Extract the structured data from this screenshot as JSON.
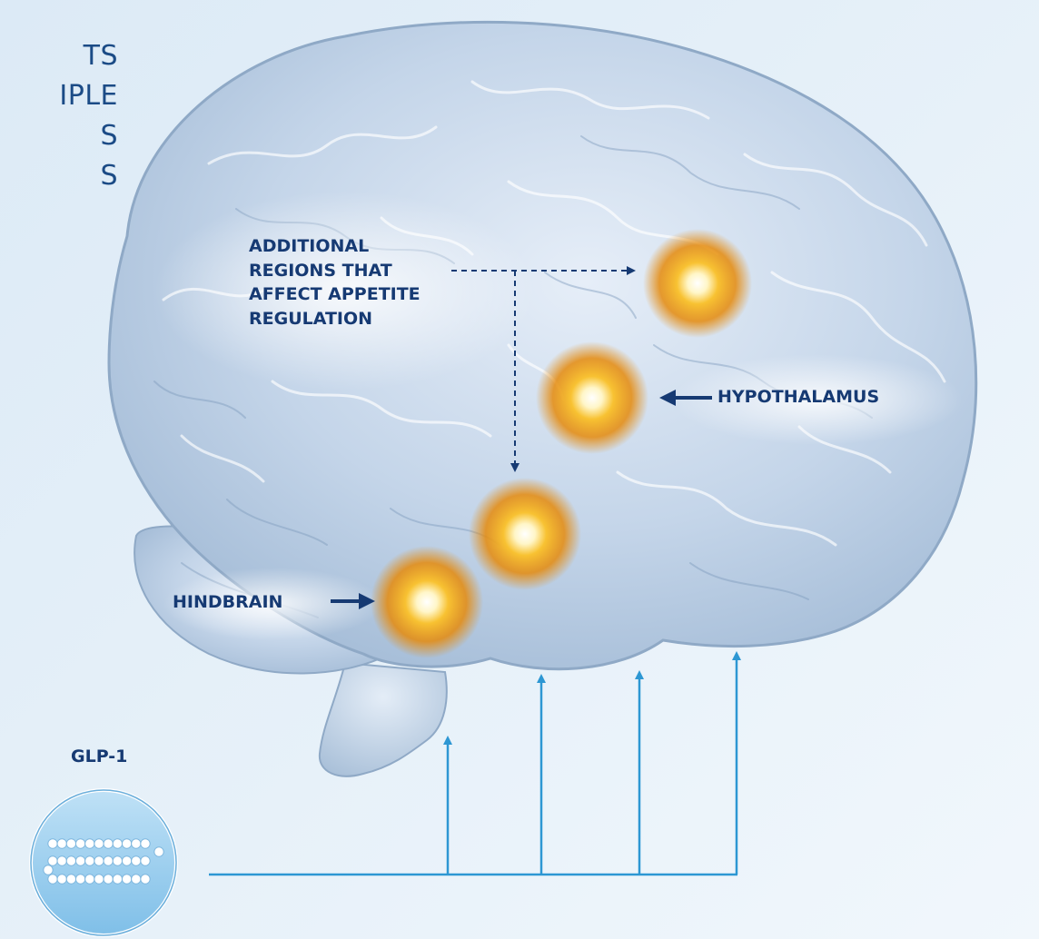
{
  "headline": {
    "lines": [
      "TS",
      "IPLE",
      "S",
      "S"
    ]
  },
  "labels": {
    "additional_lines": [
      "ADDITIONAL",
      "REGIONS THAT",
      "AFFECT APPETITE",
      "REGULATION"
    ],
    "hypothalamus": "HYPOTHALAMUS",
    "hindbrain": "HINDBRAIN",
    "glp1": "GLP-1"
  },
  "colors": {
    "label_navy": "#163a73",
    "headline_blue": "#1b4b86",
    "signal_line": "#2d97d3",
    "glow_core": "#ffffff",
    "glow_gold": "#f2b01e",
    "glow_orange": "#e58a0c",
    "brain_glass": "#b9cde3"
  },
  "icons": {
    "brain": "glass-brain-illustration",
    "hotspot": "glowing-region-icon",
    "glp1": "glp1-molecule-icon"
  },
  "diagram": {
    "regions": [
      "hindbrain",
      "brainstem-midbrain",
      "hypothalamus",
      "additional-region"
    ],
    "signal_arrows": 4
  }
}
